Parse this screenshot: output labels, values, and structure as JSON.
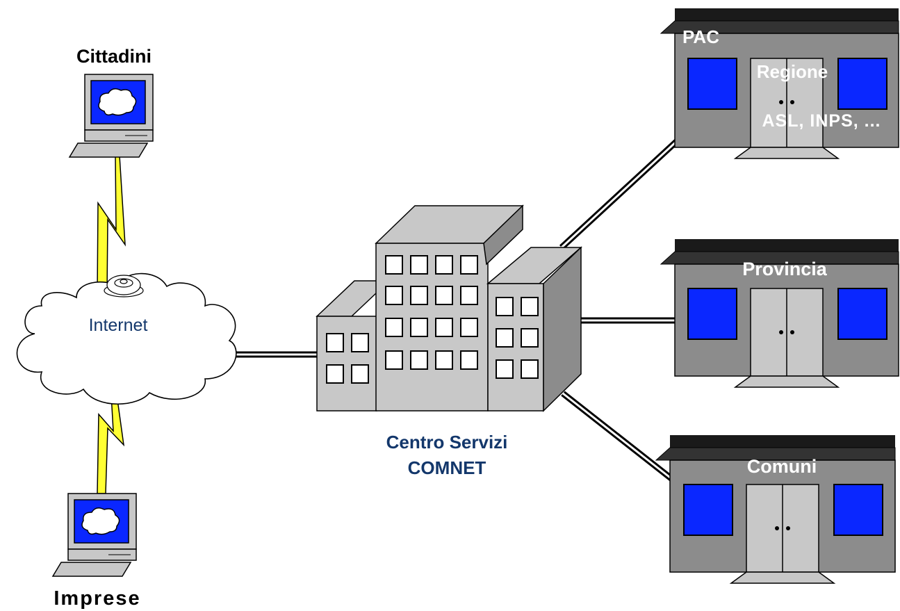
{
  "nodes": {
    "citizens": {
      "label": "Cittadini"
    },
    "businesses": {
      "label": "Imprese"
    },
    "internet": {
      "label": "Internet"
    },
    "service_center": {
      "label_line1": "Centro Servizi",
      "label_line2": "COMNET"
    },
    "pac": {
      "label": "PAC",
      "sub1": "Regione",
      "sub2": "ASL, INPS, ..."
    },
    "province": {
      "label": "Provincia"
    },
    "municipalities": {
      "label": "Comuni"
    }
  },
  "colors": {
    "window_blue": "#0a27ff",
    "building_gray": "#8c8c8c",
    "door_gray": "#c8c8c8",
    "roof_dark": "#1a1a1a",
    "lightning_yellow": "#ffff33",
    "label_blue": "#13376b"
  },
  "icons": [
    "computer-icon",
    "cloud-icon",
    "lightning-bolt-icon",
    "office-building-icon",
    "public-office-icon",
    "satellite-dish-icon"
  ]
}
